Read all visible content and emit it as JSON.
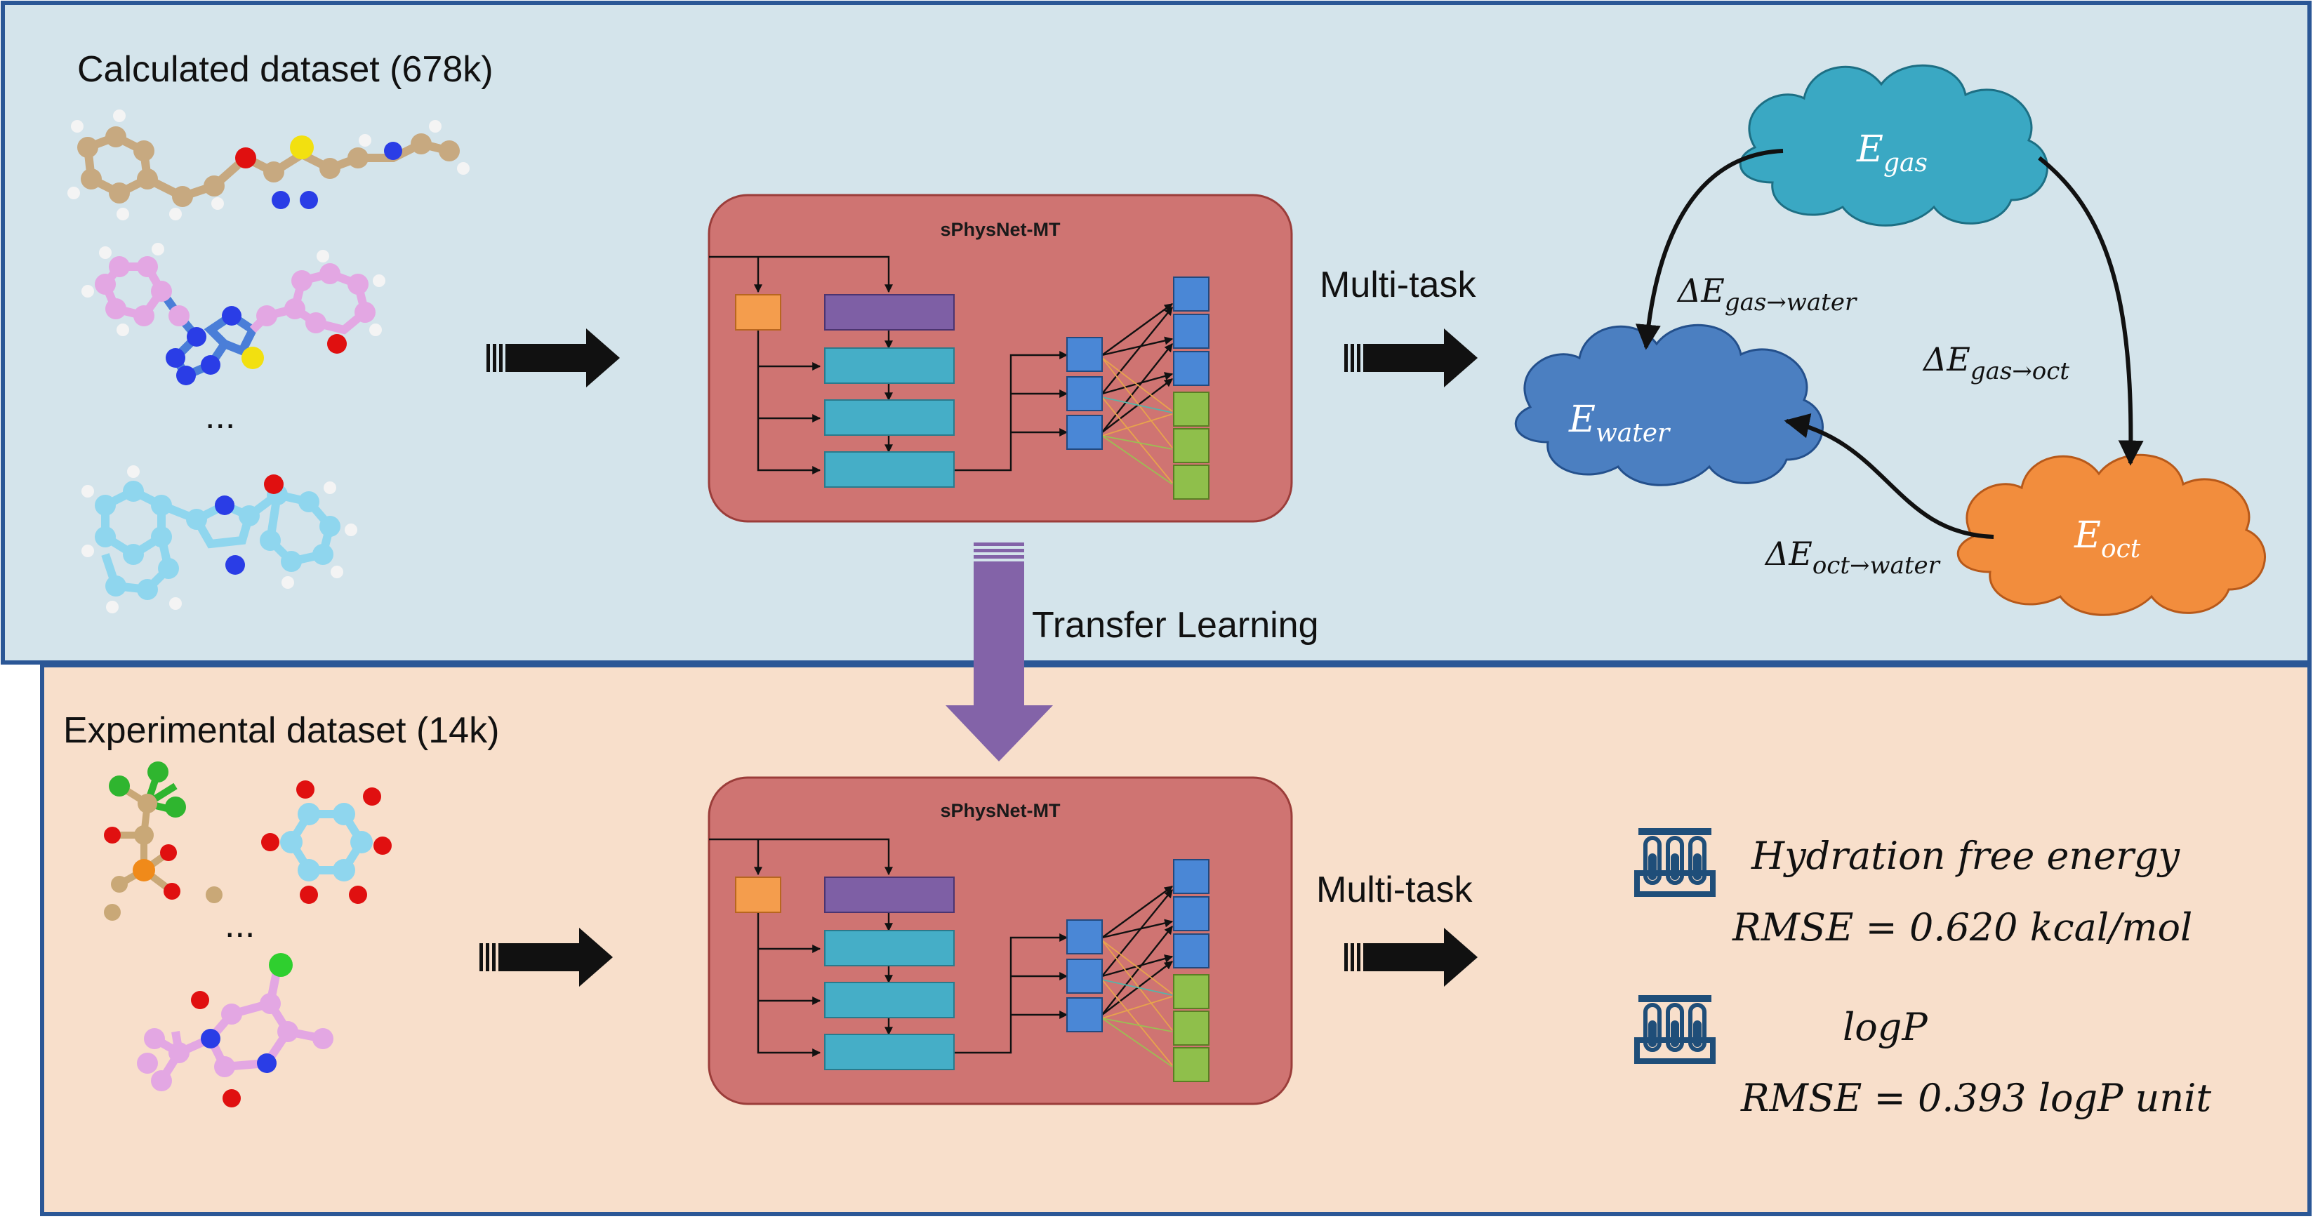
{
  "top_panel": {
    "title": "Calculated dataset (678k)",
    "ellipsis": "...",
    "model_title": "sPhysNet-MT",
    "arrow_label": "Multi-task"
  },
  "transfer": {
    "label": "Transfer Learning"
  },
  "bottom_panel": {
    "title": "Experimental dataset (14k)",
    "ellipsis": "...",
    "model_title": "sPhysNet-MT",
    "arrow_label": "Multi-task"
  },
  "energy_cycle": {
    "gas": {
      "base": "E",
      "sub": "gas"
    },
    "water": {
      "base": "E",
      "sub": "water"
    },
    "oct": {
      "base": "E",
      "sub": "oct"
    },
    "gas_to_water": {
      "base": "ΔE",
      "sub": "gas→water"
    },
    "gas_to_oct": {
      "base": "ΔE",
      "sub": "gas→oct"
    },
    "oct_to_water": {
      "base": "ΔE",
      "sub": "oct→water"
    }
  },
  "results": {
    "hydration": {
      "task": "Hydration free energy",
      "metric": "RMSE = 0.620 kcal/mol"
    },
    "logp": {
      "task": "logP",
      "metric": "RMSE = 0.393 logP unit"
    }
  },
  "colors": {
    "top_bg": "#d4e4eb",
    "bottom_bg": "#f8dfcb",
    "frame": "#2b5796",
    "model_box": "#cf7472",
    "layer_teal": "#45aec7",
    "layer_purple": "#7e5fa5",
    "input_orange": "#f49d4d",
    "node_blue": "#4a87d6",
    "node_green": "#8fbf4b",
    "cloud_gas": "#3aa8c3",
    "cloud_water": "#4b7fc1",
    "cloud_oct": "#f28d3d",
    "transfer_arrow": "#8363a8",
    "tube_icon": "#1f4e79"
  }
}
